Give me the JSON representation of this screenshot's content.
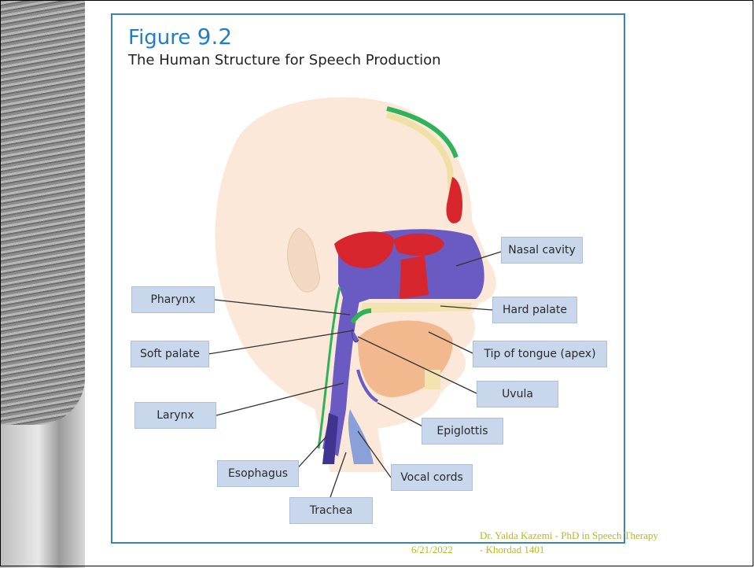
{
  "figure": {
    "number_prefix": "Figure ",
    "number": "9.2",
    "title": "The Human Structure for Speech Production"
  },
  "labels": {
    "nasal_cavity": "Nasal cavity",
    "pharynx": "Pharynx",
    "hard_palate": "Hard palate",
    "soft_palate": "Soft palate",
    "tip_of_tongue": "Tip of tongue (apex)",
    "uvula": "Uvula",
    "larynx": "Larynx",
    "epiglottis": "Epiglottis",
    "esophagus": "Esophagus",
    "vocal_cords": "Vocal cords",
    "trachea": "Trachea"
  },
  "footer": {
    "author_line1": "Dr. Yalda Kazemi - PhD in Speech Therapy",
    "author_line2": "- Khordad 1401",
    "date": "6/21/2022"
  },
  "colors": {
    "border": "#3b7fc4",
    "label_bg": "#c9d7ec",
    "skin": "#fbe8d8",
    "tissue_purple": "#6a5bc2",
    "sinus_red": "#d7262e",
    "tongue": "#f2b98e",
    "green": "#2fb35a"
  }
}
